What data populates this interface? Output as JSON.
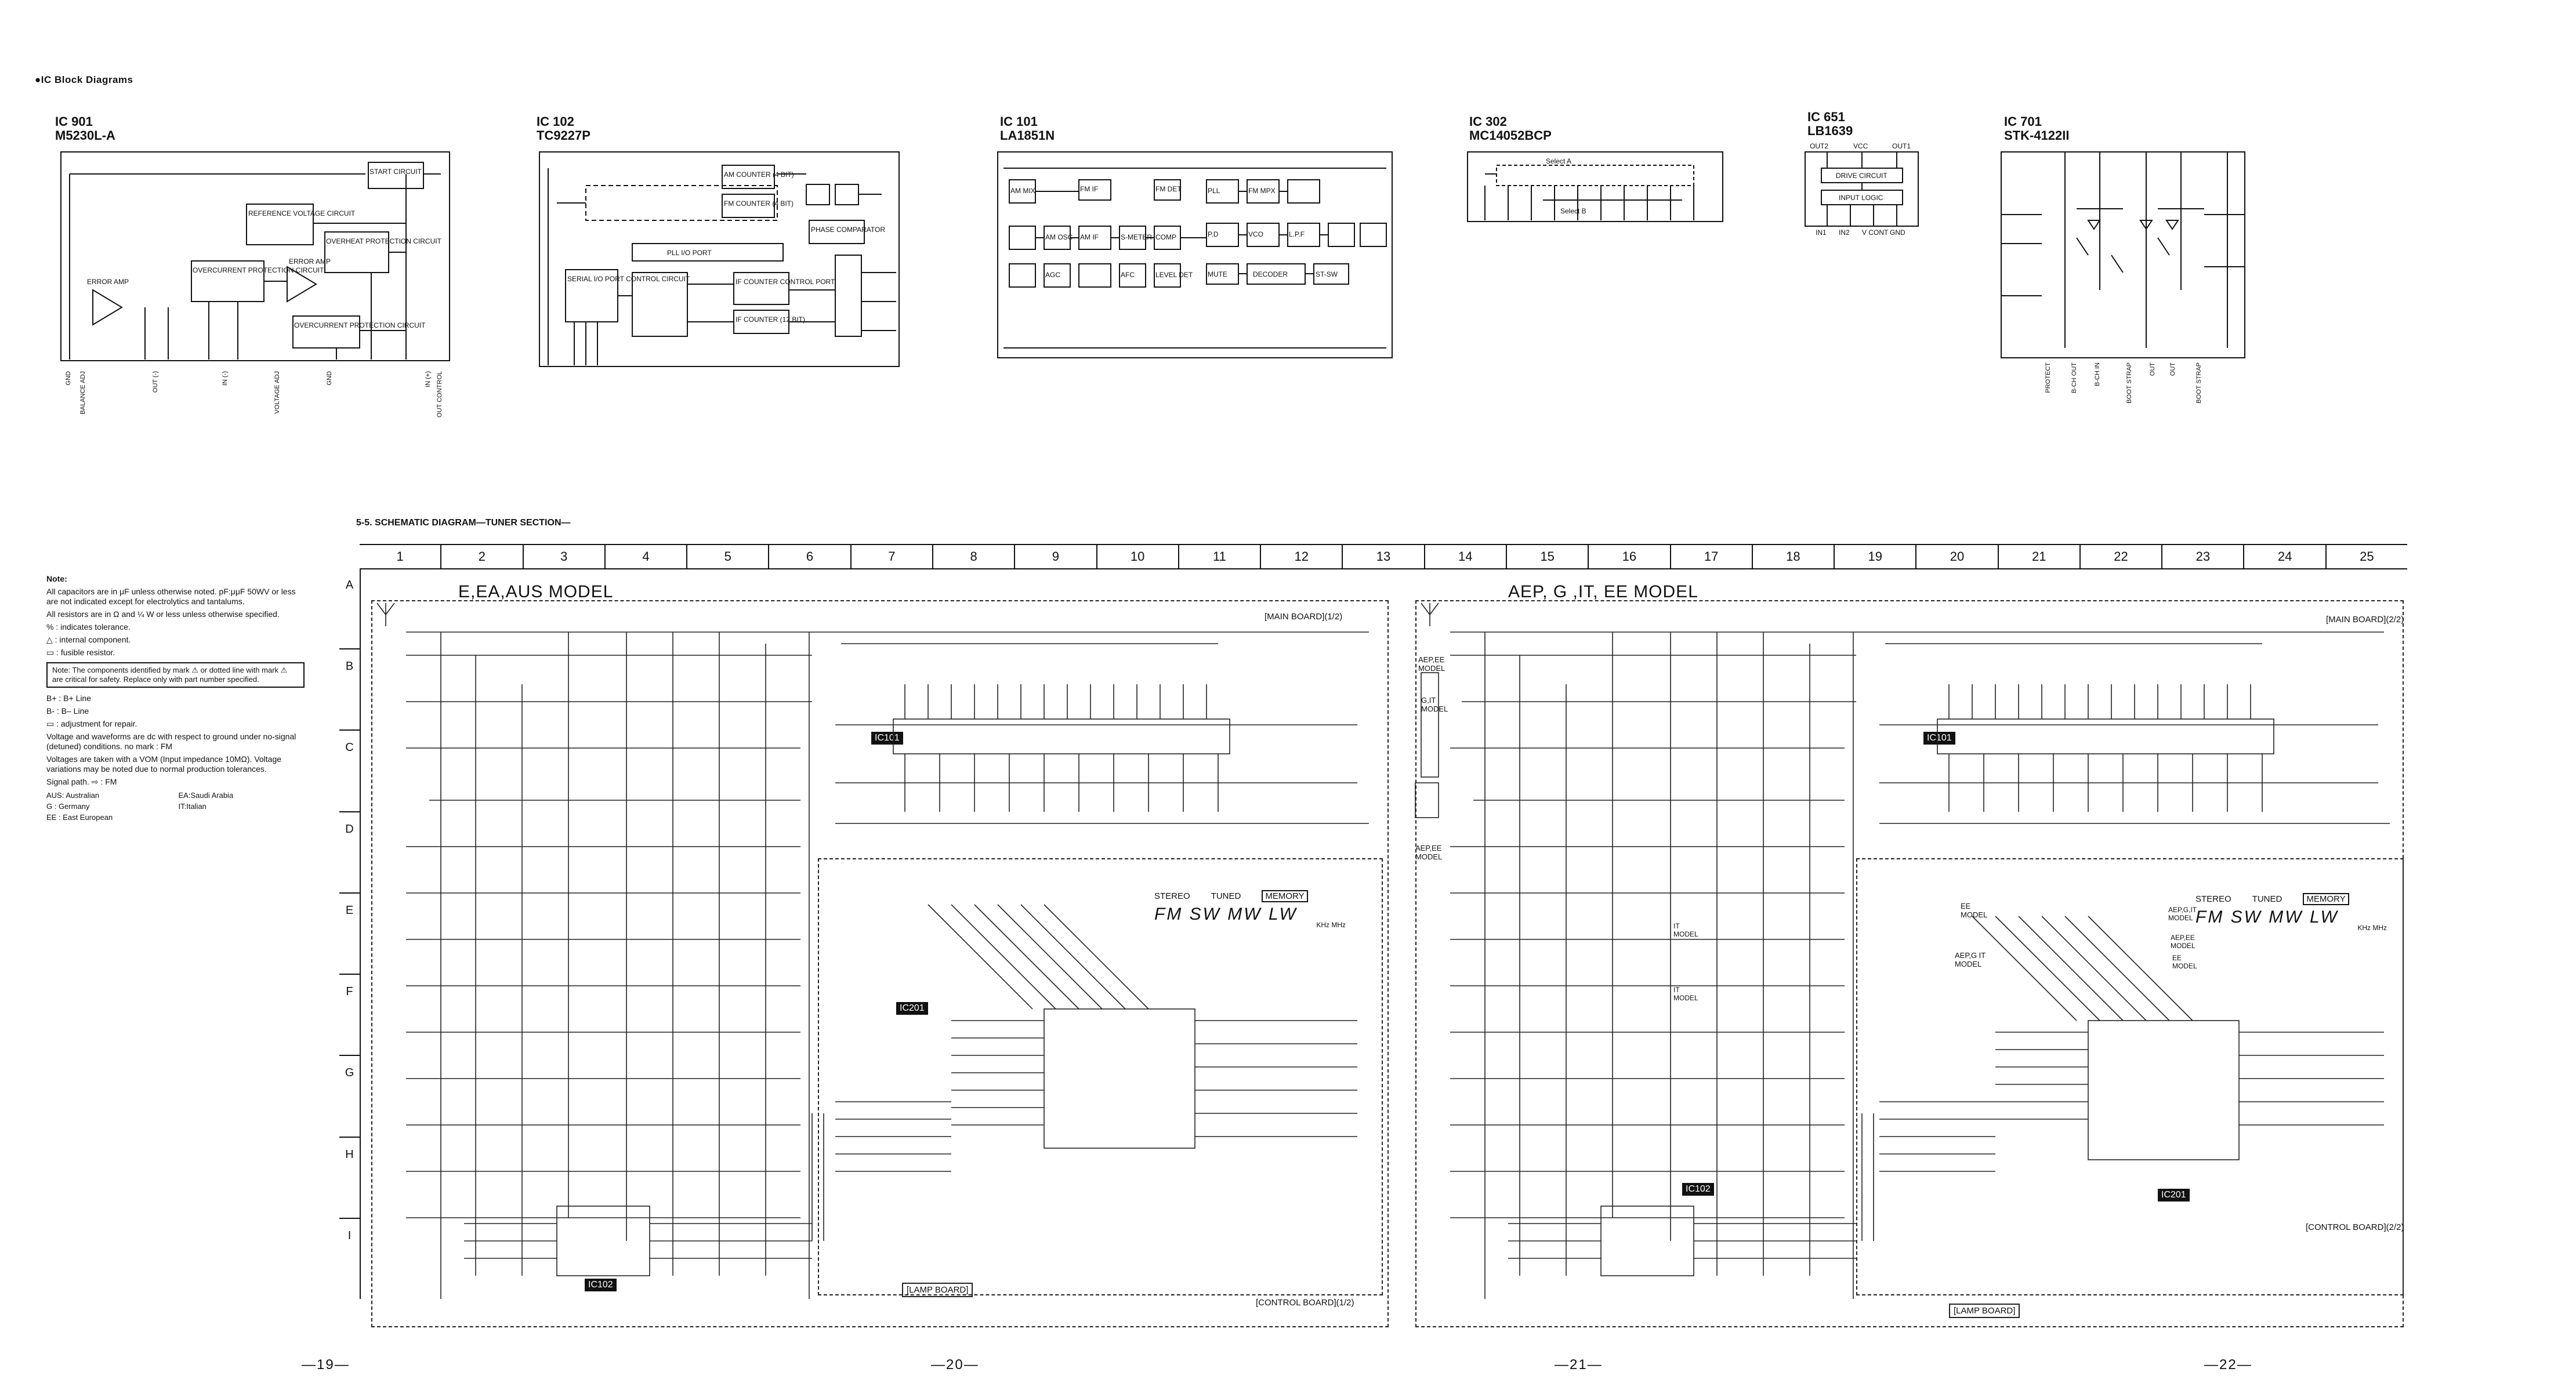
{
  "header": {
    "title": "IC Block Diagrams"
  },
  "ic_blocks": [
    {
      "id": "IC 901",
      "part": "M5230L-A",
      "blocks": [
        "START CIRCUIT",
        "REFERENCE VOLTAGE CIRCUIT",
        "OVERHEAT PROTECTION CIRCUIT",
        "OVERCURRENT PROTECTION CIRCUIT",
        "OVERCURRENT PROTECTION CIRCUIT",
        "ERROR AMP",
        "ERROR AMP"
      ],
      "pins": [
        "GND",
        "BALANCE ADJ",
        "OUT (-)",
        "IN (-)",
        "VOLTAGE ADJ",
        "GND",
        "IN (+)",
        "OUT CONTROL"
      ]
    },
    {
      "id": "IC 102",
      "part": "TC9227P",
      "blocks": [
        "AM COUNTER (4 BIT)",
        "FM COUNTER (4 BIT)",
        "PHASE COMPARATOR",
        "PLL I/O PORT",
        "SERIAL I/O PORT CONTROL CIRCUIT",
        "IF COUNTER CONTROL PORT",
        "IF COUNTER (12 BIT)"
      ]
    },
    {
      "id": "IC 101",
      "part": "LA1851N",
      "blocks": [
        "AM MIX",
        "AM OSC",
        "AGC",
        "FM IF",
        "AM IF",
        "FM DET",
        "S-METER",
        "AFC",
        "COMP",
        "PLL",
        "FM MPX",
        "LEVEL DET",
        "P.D",
        "VCO",
        "L.P.F",
        "MUTE",
        "DECODER",
        "ST-SW"
      ]
    },
    {
      "id": "IC 302",
      "part": "MC14052BCP",
      "blocks": [
        "Select A",
        "Select B"
      ]
    },
    {
      "id": "IC 651",
      "part": "LB1639",
      "blocks": [
        "DRIVE CIRCUIT",
        "INPUT LOGIC"
      ],
      "pins_top": [
        "OUT2",
        "VCC",
        "OUT1"
      ],
      "pins_bottom": [
        "IN1",
        "IN2",
        "V CONT",
        "GND"
      ]
    },
    {
      "id": "IC 701",
      "part": "STK-4122II",
      "pins": [
        "PROTECT",
        "B-CH OUT",
        "B-CH IN",
        "BOOT STRAP",
        "OUT",
        "OUT",
        "BOOT STRAP"
      ]
    }
  ],
  "schematic": {
    "title": "5-5.  SCHEMATIC DIAGRAM—TUNER SECTION—",
    "columns": [
      "1",
      "2",
      "3",
      "4",
      "5",
      "6",
      "7",
      "8",
      "9",
      "10",
      "11",
      "12",
      "13",
      "14",
      "15",
      "16",
      "17",
      "18",
      "19",
      "20",
      "21",
      "22",
      "23",
      "24",
      "25"
    ],
    "rows": [
      "A",
      "B",
      "C",
      "D",
      "E",
      "F",
      "G",
      "H",
      "I"
    ],
    "left": {
      "model": "E,EA,AUS  MODEL",
      "main_board": "[MAIN BOARD](1/2)",
      "control_board": "[CONTROL BOARD](1/2)",
      "lamp_board": "[LAMP BOARD]",
      "ics": [
        "IC101",
        "IC201",
        "IC102"
      ],
      "display": {
        "header": [
          "STEREO",
          "TUNED",
          "MEMORY"
        ],
        "bands": "FM SW MW LW",
        "unit": "KHz MHz"
      }
    },
    "right": {
      "model": "AEP, G ,IT, EE  MODEL",
      "main_board": "[MAIN BOARD](2/2)",
      "control_board": "[CONTROL BOARD](2/2)",
      "lamp_board": "[LAMP BOARD]",
      "ics": [
        "IC101",
        "IC102",
        "IC201"
      ],
      "labels": [
        "AEP,EE MODEL",
        "G,IT MODEL",
        "AEP,EE MODEL",
        "EE MODEL",
        "AEP,G IT MODEL",
        "AEP,G,IT MODEL",
        "AEP,EE MODEL",
        "EE MODEL",
        "IT MODEL",
        "IT MODEL"
      ],
      "display": {
        "header": [
          "STEREO",
          "TUNED",
          "MEMORY"
        ],
        "bands": "FM SW MW LW",
        "unit": "KHz MHz"
      }
    }
  },
  "notes": {
    "title": "Note:",
    "items": [
      "All capacitors are in μF unless otherwise noted. pF:μμF 50WV or less are not indicated except for electrolytics and tantalums.",
      "All resistors are in Ω and ¼ W or less unless otherwise specified.",
      "% : indicates tolerance.",
      "△ : internal component.",
      "▭ : fusible resistor."
    ],
    "box": "Note: The components identified by mark ⚠ or dotted line with mark ⚠ are critical for safety. Replace only with part number specified.",
    "items2": [
      "B+ : B+ Line",
      "B- : B– Line",
      "▭ : adjustment for repair.",
      "Voltage and waveforms are dc with respect to ground under no-signal (detuned) conditions. no mark : FM",
      "Voltages are taken with a VOM (Input impedance 10MΩ). Voltage variations may be noted due to normal production tolerances.",
      "Signal path. ⇨ : FM"
    ],
    "regions": [
      "AUS: Australian",
      "EA:Saudi Arabia",
      "G : Germany",
      "IT:Italian",
      "EE : East European"
    ]
  },
  "page_numbers": [
    "—19—",
    "—20—",
    "—21—",
    "—22—"
  ]
}
